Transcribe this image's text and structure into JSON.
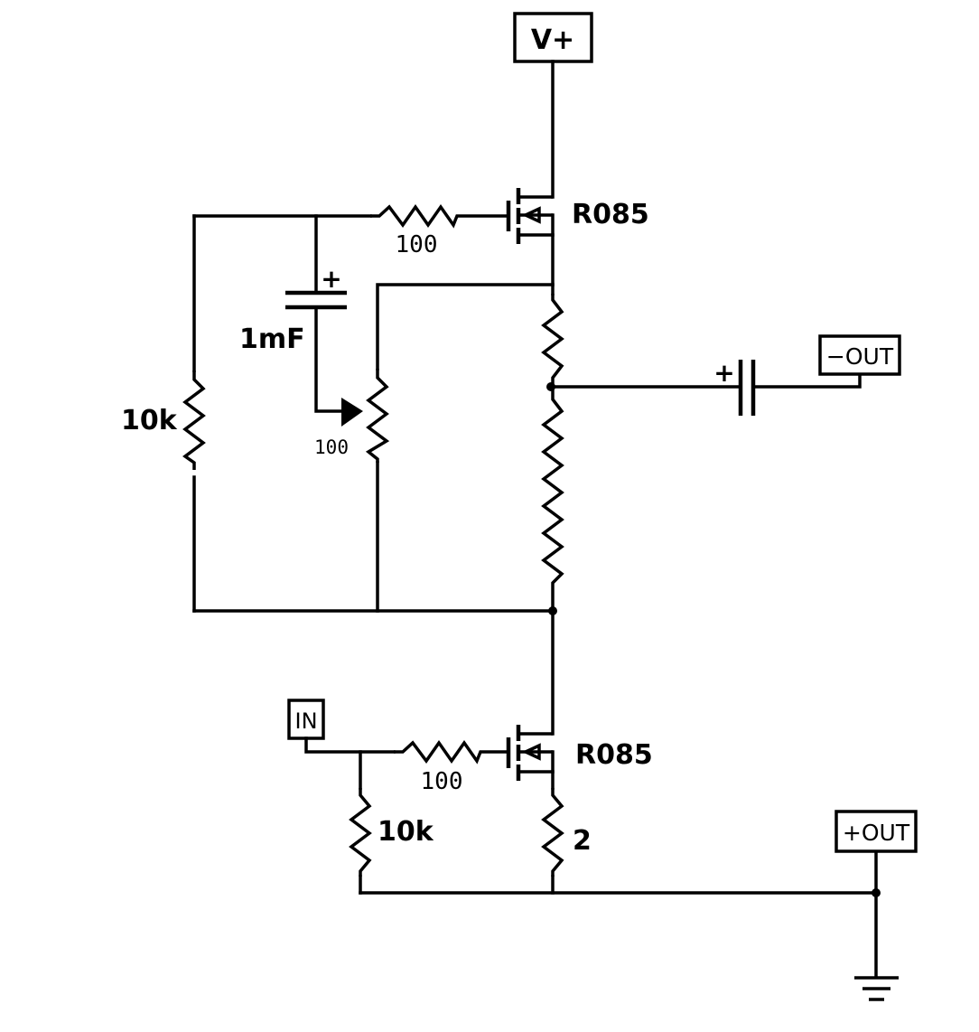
{
  "ports": {
    "vplus": "V+",
    "out_minus": "−OUT",
    "out_plus": "+OUT",
    "input": "IN"
  },
  "components": {
    "q_top_label": "R085",
    "q_bottom_label": "R085",
    "r_gate_top": "100",
    "r_gate_bottom": "100",
    "cap_top": "1mF",
    "cap_top_polarity": "+",
    "cap_out_polarity": "+",
    "r_left_top": "10k",
    "pot": "100",
    "r_bottom_left": "10k",
    "r_source": "2"
  }
}
